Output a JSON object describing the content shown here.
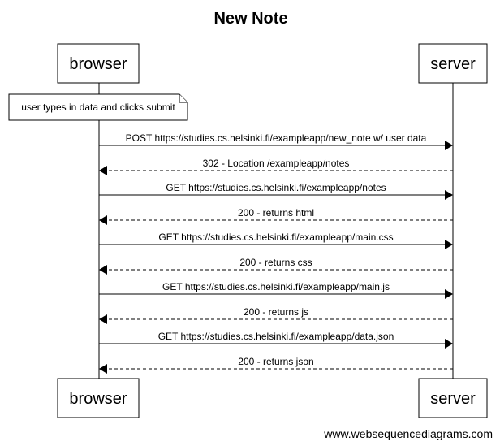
{
  "title": "New Note",
  "actors": {
    "browser": "browser",
    "server": "server"
  },
  "note": "user types in data and clicks submit",
  "messages": [
    {
      "text": "POST https://studies.cs.helsinki.fi/exampleapp/new_note w/ user data",
      "from": "browser",
      "to": "server",
      "style": "solid"
    },
    {
      "text": "302 - Location /exampleapp/notes",
      "from": "server",
      "to": "browser",
      "style": "dashed"
    },
    {
      "text": "GET https://studies.cs.helsinki.fi/exampleapp/notes",
      "from": "browser",
      "to": "server",
      "style": "solid"
    },
    {
      "text": "200 - returns html",
      "from": "server",
      "to": "browser",
      "style": "dashed"
    },
    {
      "text": "GET https://studies.cs.helsinki.fi/exampleapp/main.css",
      "from": "browser",
      "to": "server",
      "style": "solid"
    },
    {
      "text": "200 - returns css",
      "from": "server",
      "to": "browser",
      "style": "dashed"
    },
    {
      "text": "GET https://studies.cs.helsinki.fi/exampleapp/main.js",
      "from": "browser",
      "to": "server",
      "style": "solid"
    },
    {
      "text": "200 - returns js",
      "from": "server",
      "to": "browser",
      "style": "dashed"
    },
    {
      "text": "GET https://studies.cs.helsinki.fi/exampleapp/data.json",
      "from": "browser",
      "to": "server",
      "style": "solid"
    },
    {
      "text": "200 - returns json",
      "from": "server",
      "to": "browser",
      "style": "dashed"
    }
  ],
  "watermark": "www.websequencediagrams.com"
}
